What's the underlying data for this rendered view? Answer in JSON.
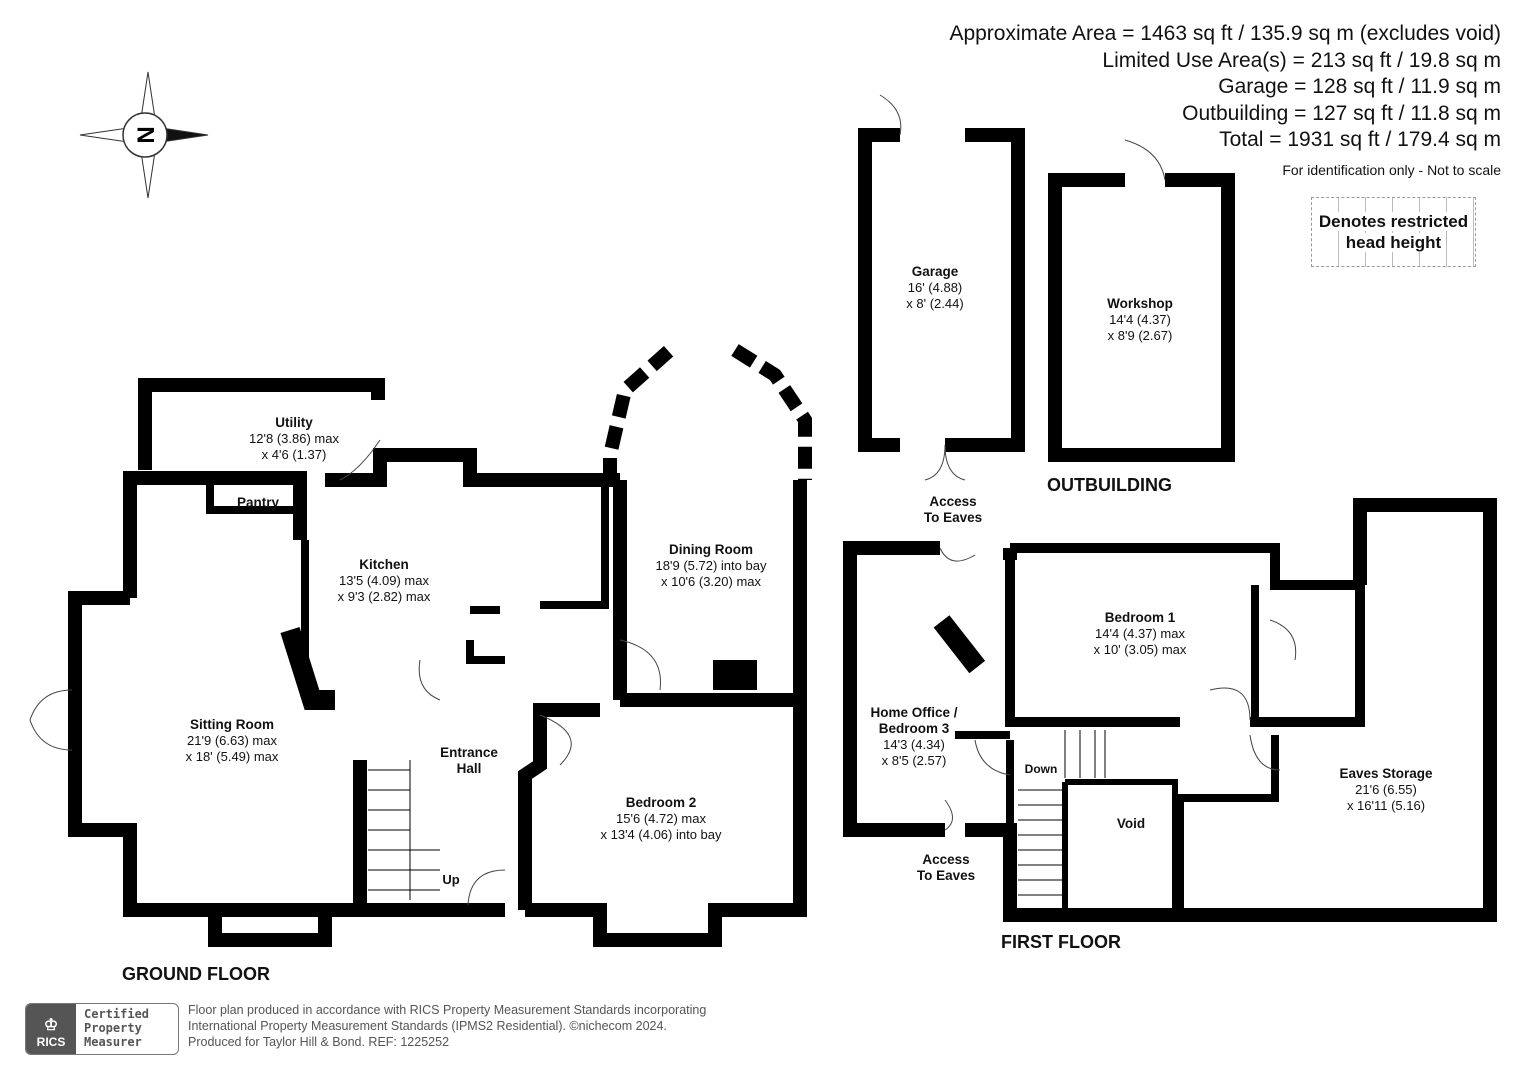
{
  "areas": {
    "approximate": "Approximate Area = 1463 sq ft / 135.9 sq m (excludes void)",
    "limited_use": "Limited Use Area(s) = 213 sq ft / 19.8 sq m",
    "garage": "Garage = 128 sq ft / 11.9 sq m",
    "outbuilding": "Outbuilding = 127 sq ft / 11.8 sq m",
    "total": "Total = 1931 sq ft / 179.4 sq m",
    "note": "For identification only - Not to scale"
  },
  "legend": {
    "line1": "Denotes restricted",
    "line2": "head height"
  },
  "compass": {
    "label": "N"
  },
  "floors": {
    "ground": "GROUND FLOOR",
    "first": "FIRST FLOOR",
    "outbuilding": "OUTBUILDING"
  },
  "rooms": {
    "utility": {
      "name": "Utility",
      "dim1": "12'8 (3.86) max",
      "dim2": "x 4'6 (1.37)"
    },
    "pantry": {
      "name": "Pantry"
    },
    "kitchen": {
      "name": "Kitchen",
      "dim1": "13'5 (4.09) max",
      "dim2": "x 9'3 (2.82) max"
    },
    "dining": {
      "name": "Dining  Room",
      "dim1": "18'9 (5.72) into bay",
      "dim2": "x 10'6 (3.20) max"
    },
    "sitting": {
      "name": "Sitting Room",
      "dim1": "21'9 (6.63) max",
      "dim2": "x 18' (5.49) max"
    },
    "hall": {
      "name": "Entrance",
      "name2": "Hall"
    },
    "bedroom2": {
      "name": "Bedroom 2",
      "dim1": "15'6 (4.72) max",
      "dim2": "x 13'4 (4.06) into bay"
    },
    "garage": {
      "name": "Garage",
      "dim1": "16' (4.88)",
      "dim2": "x 8' (2.44)"
    },
    "workshop": {
      "name": "Workshop",
      "dim1": "14'4 (4.37)",
      "dim2": "x 8'9 (2.67)"
    },
    "bedroom1": {
      "name": "Bedroom 1",
      "dim1": "14'4 (4.37) max",
      "dim2": "x 10' (3.05) max"
    },
    "office": {
      "name": "Home Office /",
      "name2": "Bedroom 3",
      "dim1": "14'3 (4.34)",
      "dim2": "x 8'5 (2.57)"
    },
    "eaves": {
      "name": "Eaves Storage",
      "dim1": "21'6 (6.55)",
      "dim2": "x 16'11 (5.16)"
    },
    "void": {
      "name": "Void"
    }
  },
  "annotations": {
    "up": "Up",
    "down": "Down",
    "access1": "Access",
    "access1b": "To Eaves",
    "access2": "Access",
    "access2b": "To Eaves"
  },
  "footer": {
    "rics_logo": "RICS",
    "cert1": "Certified",
    "cert2": "Property",
    "cert3": "Measurer",
    "line1": "Floor plan produced in accordance with RICS Property Measurement Standards incorporating",
    "line2": "International Property Measurement Standards (IPMS2 Residential).   ©nichecom 2024.",
    "line3": "Produced for Taylor Hill & Bond.   REF: 1225252"
  }
}
